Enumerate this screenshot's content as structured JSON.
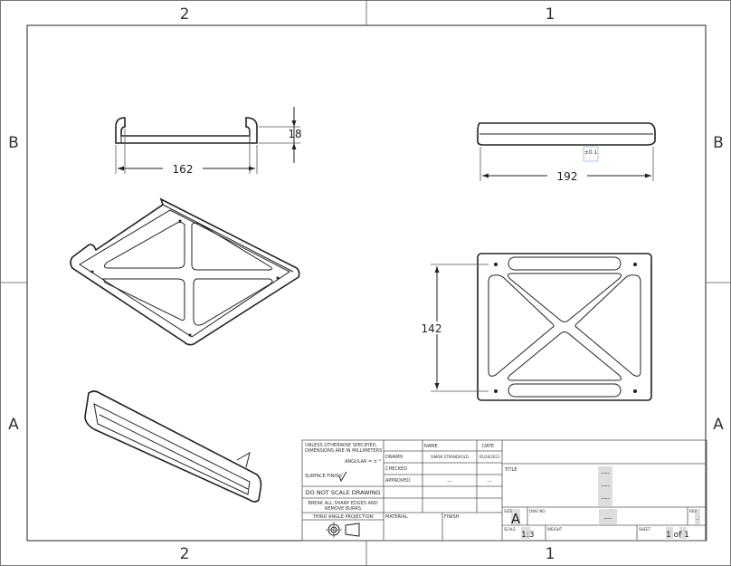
{
  "zones": {
    "top": [
      "2",
      "1"
    ],
    "bottom": [
      "2",
      "1"
    ],
    "left": [
      "B",
      "A"
    ],
    "right": [
      "B",
      "A"
    ]
  },
  "dimensions": {
    "front_height": "18",
    "front_width": "162",
    "side_width": "192",
    "top_height": "142",
    "tolerance": "±0.1"
  },
  "title_block": {
    "notes": [
      "UNLESS OTHERWISE SPECIFIED,",
      "DIMENSIONS ARE IN MILLIMETERS",
      "ANGULAR = ± °"
    ],
    "surface_finish": "SURFACE FINISH",
    "do_not_scale": "DO NOT SCALE DRAWING",
    "break_edges": [
      "BREAK ALL SHARP EDGES AND",
      "REMOVE BURRS"
    ],
    "projection": "THIRD ANGLE PROJECTION",
    "name_header": "NAME",
    "date_header": "DATE",
    "drawn_label": "DRAWN",
    "drawn_name": "SIMON STRANDVOLD",
    "drawn_date": "05/26/2023",
    "checked_label": "CHECKED",
    "approved_label": "APPROVED",
    "approved_name": "---",
    "approved_date": "---",
    "material_label": "MATERIAL",
    "finish_label": "FINISH",
    "title_label": "TITLE",
    "title_values": [
      "----",
      "----",
      "----"
    ],
    "size_label": "SIZE",
    "size_value": "A",
    "dwg_no_label": "DWG NO.",
    "dwg_no_value": "----",
    "rev_label": "REV",
    "rev_value": "-",
    "scale_label": "SCALE",
    "scale_value": "1:3",
    "weight_label": "WEIGHT",
    "sheet_label": "SHEET",
    "sheet_value": "1 of 1"
  }
}
